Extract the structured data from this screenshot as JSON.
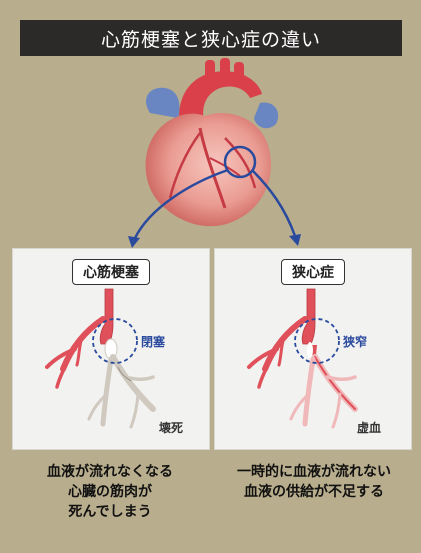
{
  "title": "心筋梗塞と狭心症の違い",
  "panels": {
    "left": {
      "label": "心筋梗塞",
      "condition_label": "閉塞",
      "result_label": "壊死"
    },
    "right": {
      "label": "狭心症",
      "condition_label": "狭窄",
      "result_label": "虚血"
    }
  },
  "captions": {
    "left": [
      "血液が流れなくなる",
      "心臓の筋肉が",
      "死んでしまう"
    ],
    "right": [
      "一時的に血液が流れない",
      "血液の供給が不足する"
    ]
  },
  "colors": {
    "background": "#b8ad8c",
    "title_bar": "#2c2a28",
    "artery_red": "#e0505a",
    "necrosis_gray": "#cfc9bf",
    "ischemia_pink": "#f0b8b8",
    "highlight_blue": "#2a4a9e"
  }
}
